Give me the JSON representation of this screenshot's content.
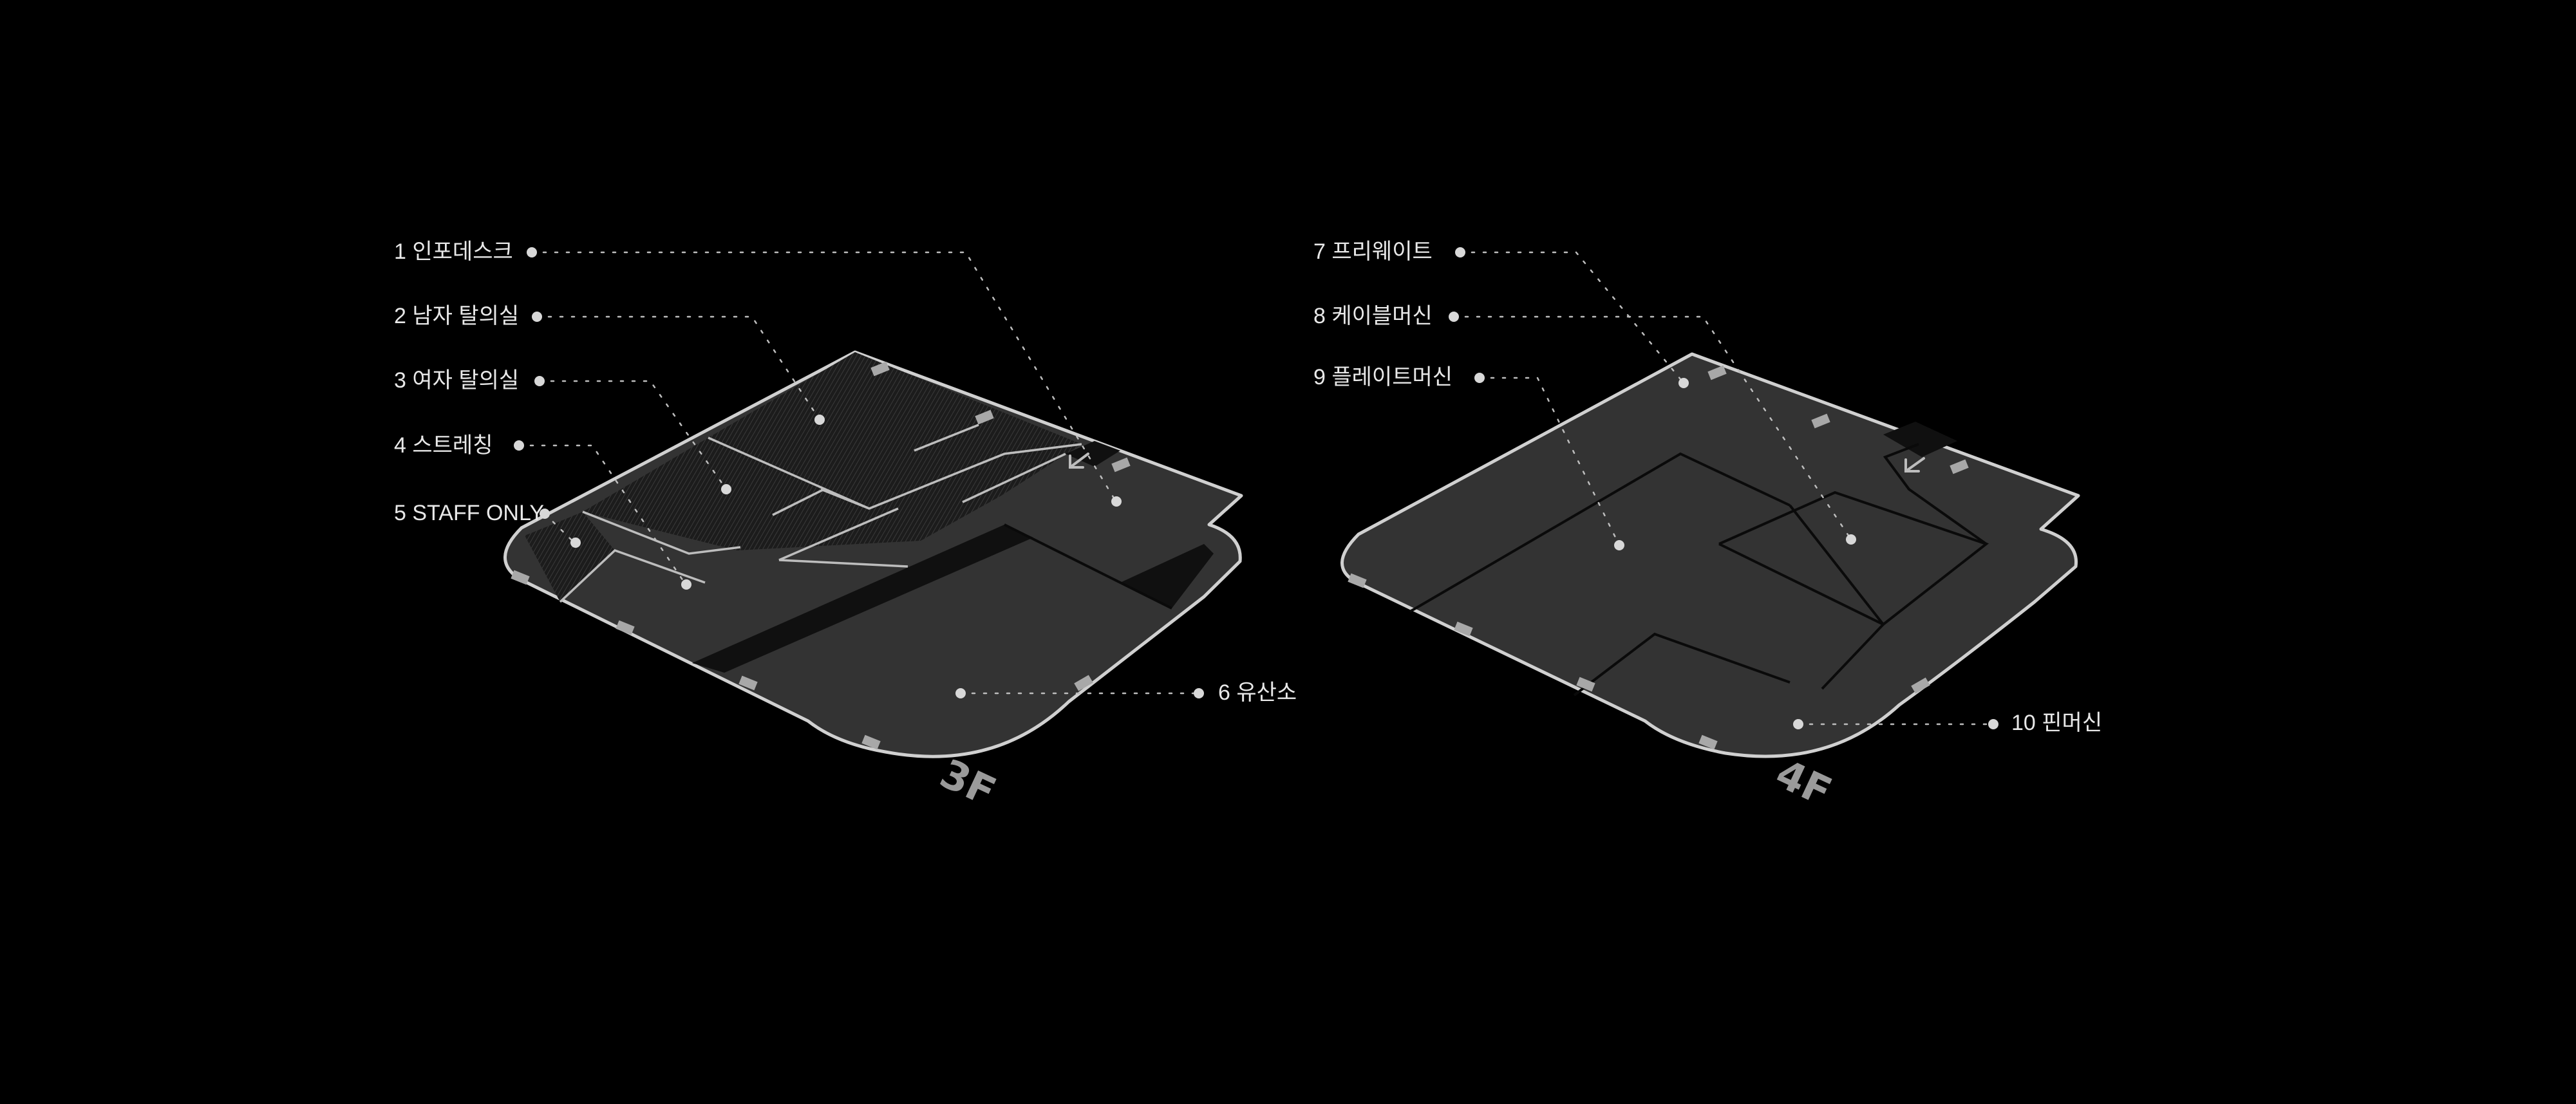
{
  "floors": [
    {
      "id": "3F",
      "name": "3F",
      "areas": [
        {
          "label": "1 인포데스크"
        },
        {
          "label": "2 남자 탈의실"
        },
        {
          "label": "3 여자 탈의실"
        },
        {
          "label": "4 스트레칭"
        },
        {
          "label": "5 STAFF ONLY"
        },
        {
          "label": "6 유산소"
        }
      ]
    },
    {
      "id": "4F",
      "name": "4F",
      "areas": [
        {
          "label": "7 프리웨이트"
        },
        {
          "label": "8 케이블머신"
        },
        {
          "label": "9 플레이트머신"
        },
        {
          "label": "10 핀머신"
        }
      ]
    }
  ],
  "colors": {
    "background": "#000000",
    "floor_fill": "#333333",
    "outline": "#d0d0d0",
    "label_text": "#e8e8e8",
    "floor_label": "#9a9a9a"
  },
  "icons": {
    "entrance": "arrow-down-left-icon",
    "marker": "location-dot-icon"
  }
}
